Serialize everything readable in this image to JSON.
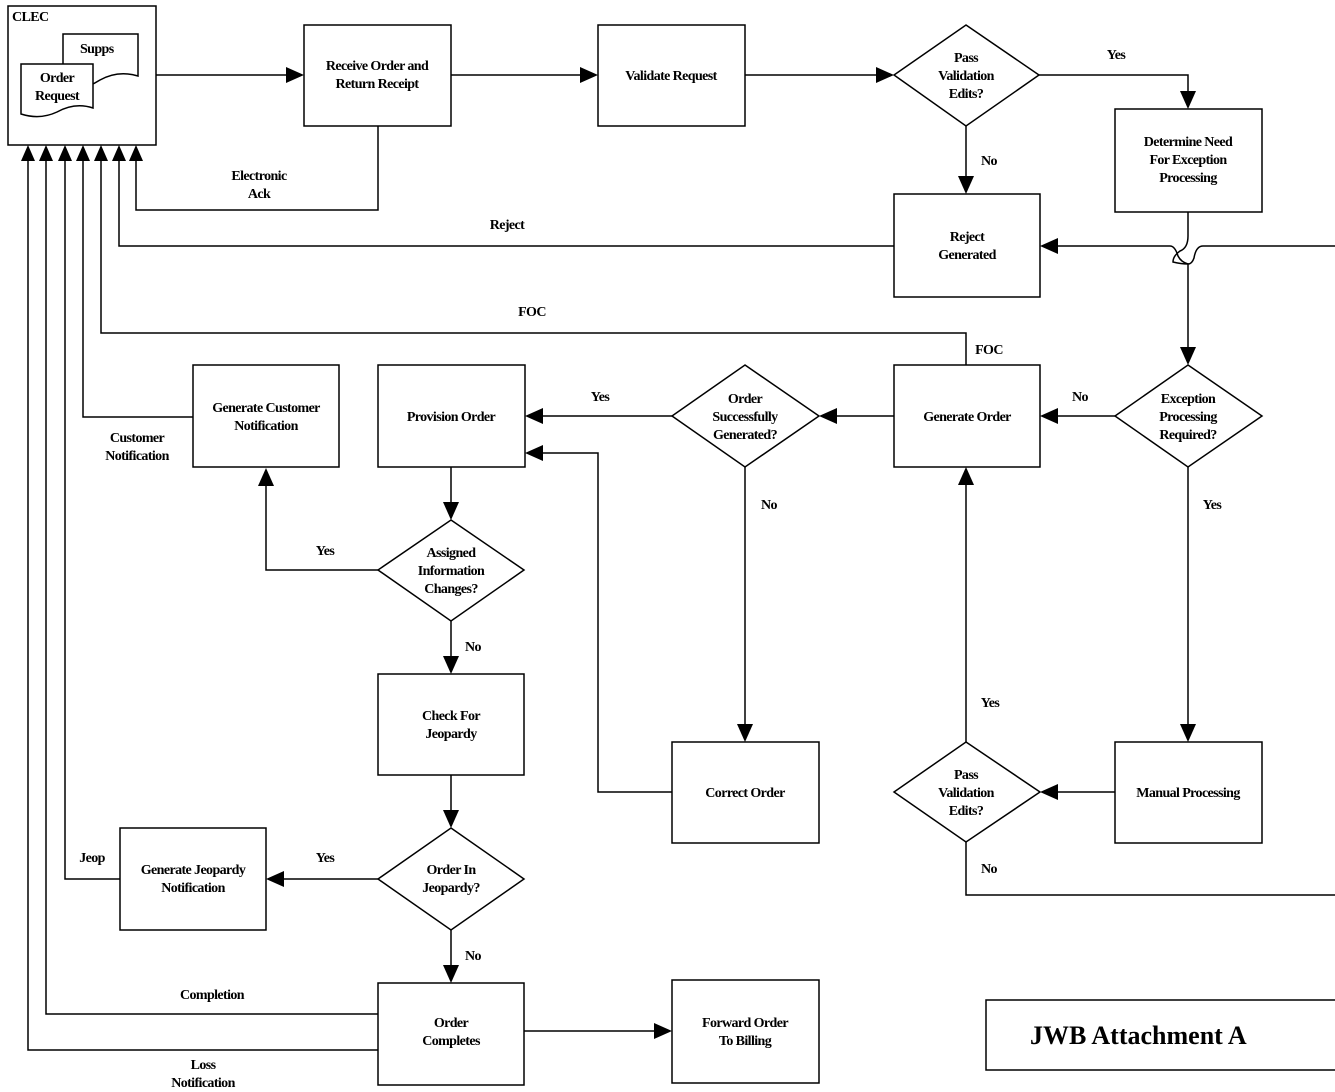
{
  "clec": {
    "title": "CLEC",
    "supps": "Supps",
    "order_request": [
      "Order",
      "Request"
    ]
  },
  "nodes": {
    "receive_order": [
      "Receive Order and",
      "Return Receipt"
    ],
    "validate_request": [
      "Validate Request"
    ],
    "pass_validation_1": [
      "Pass",
      "Validation",
      "Edits?"
    ],
    "determine_need": [
      "Determine Need",
      "For Exception",
      "Processing"
    ],
    "reject_generated": [
      "Reject",
      "Generated"
    ],
    "exception_required": [
      "Exception",
      "Processing",
      "Required?"
    ],
    "generate_order": [
      "Generate Order"
    ],
    "order_successfully": [
      "Order",
      "Successfully",
      "Generated?"
    ],
    "provision_order": [
      "Provision Order"
    ],
    "generate_customer_notification": [
      "Generate Customer",
      "Notification"
    ],
    "assigned_info_changes": [
      "Assigned",
      "Information",
      "Changes?"
    ],
    "check_jeopardy": [
      "Check For",
      "Jeopardy"
    ],
    "order_in_jeopardy": [
      "Order In",
      "Jeopardy?"
    ],
    "generate_jeopardy_notification": [
      "Generate Jeopardy",
      "Notification"
    ],
    "order_completes": [
      "Order",
      "Completes"
    ],
    "forward_order": [
      "Forward Order",
      "To Billing"
    ],
    "correct_order": [
      "Correct Order"
    ],
    "manual_processing": [
      "Manual Processing"
    ],
    "pass_validation_2": [
      "Pass",
      "Validation",
      "Edits?"
    ]
  },
  "labels": {
    "electronic_ack": [
      "Electronic",
      "Ack"
    ],
    "reject": "Reject",
    "foc_top": "FOC",
    "foc_side": "FOC",
    "customer_notification": [
      "Customer",
      "Notification"
    ],
    "jeop": "Jeop",
    "completion": "Completion",
    "loss_notification": [
      "Loss",
      "Notification"
    ],
    "yes_validation": "Yes",
    "no_validation": "No",
    "yes_exception": "Yes",
    "no_exception": "No",
    "yes_order_success": "Yes",
    "no_order_success": "No",
    "yes_assigned": "Yes",
    "no_assigned": "No",
    "yes_jeopardy": "Yes",
    "no_jeopardy": "No",
    "yes_manual_validation": "Yes",
    "no_manual_validation": "No"
  },
  "title": "JWB Attachment A"
}
